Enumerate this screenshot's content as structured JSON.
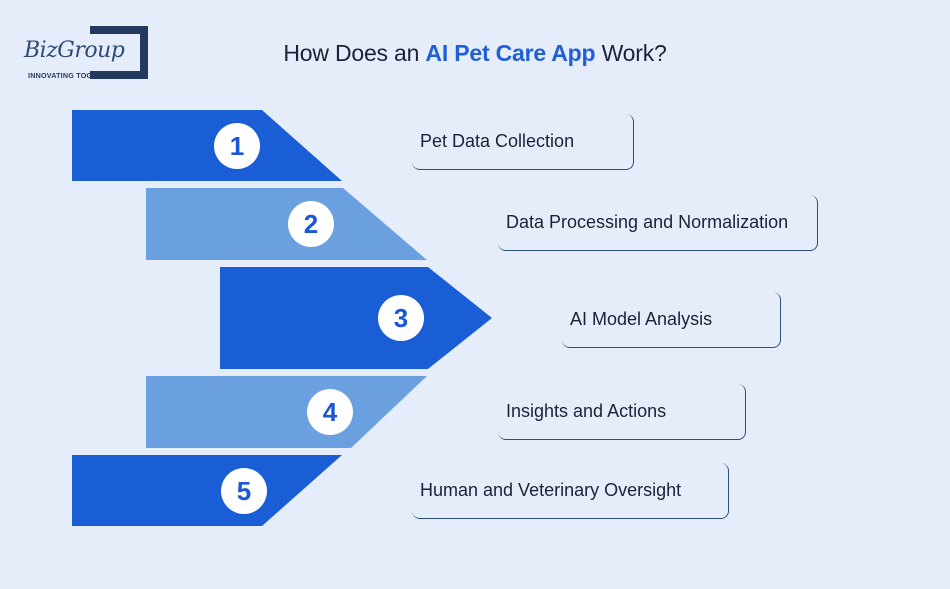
{
  "logo": {
    "name": "BizGroup",
    "tagline": "INNOVATING TOGETHER"
  },
  "title": {
    "prefix": "How Does an ",
    "highlight": "AI Pet Care App",
    "suffix": " Work?"
  },
  "colors": {
    "background": "#e6edfa",
    "dark_blue": "#1a5ed6",
    "light_blue": "#6aa0e0",
    "accent": "#1f5fd8"
  },
  "steps": [
    {
      "number": "1",
      "label": "Pet Data Collection",
      "shade": "dark"
    },
    {
      "number": "2",
      "label": "Data Processing and Normalization",
      "shade": "light"
    },
    {
      "number": "3",
      "label": "AI Model Analysis",
      "shade": "dark"
    },
    {
      "number": "4",
      "label": "Insights and Actions",
      "shade": "light"
    },
    {
      "number": "5",
      "label": "Human and Veterinary Oversight",
      "shade": "dark"
    }
  ]
}
